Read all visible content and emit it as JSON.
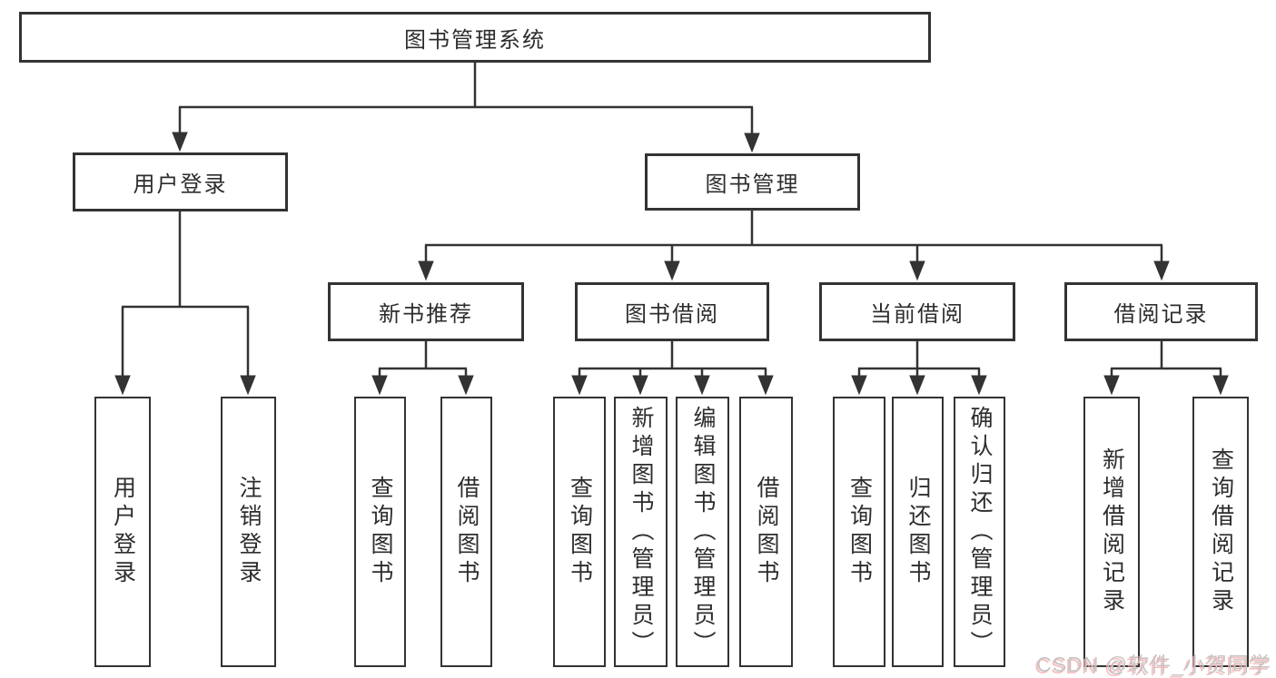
{
  "diagram": {
    "title": "图书管理系统",
    "level2": [
      "用户登录",
      "图书管理"
    ],
    "level3": [
      "新书推荐",
      "图书借阅",
      "当前借阅",
      "借阅记录"
    ],
    "leaves_user_login": [
      "用户登录",
      "注销登录"
    ],
    "leaves_new_book": [
      "查询图书",
      "借阅图书"
    ],
    "leaves_book_borrow": [
      "查询图书",
      "新增图书（管理员）",
      "编辑图书（管理员）",
      "借阅图书"
    ],
    "leaves_current_borrow": [
      "查询图书",
      "归还图书",
      "确认归还（管理员）"
    ],
    "leaves_borrow_record": [
      "新增借阅记录",
      "查询借阅记录"
    ]
  },
  "watermark": "CSDN @软件_小贺同学",
  "colors": {
    "background": "#ffffff",
    "line": "#333333",
    "box_border": "#333333",
    "text": "#2d2d2d",
    "watermark_gray": "#c9c4c4",
    "watermark_pink": "#f3a9a9"
  }
}
